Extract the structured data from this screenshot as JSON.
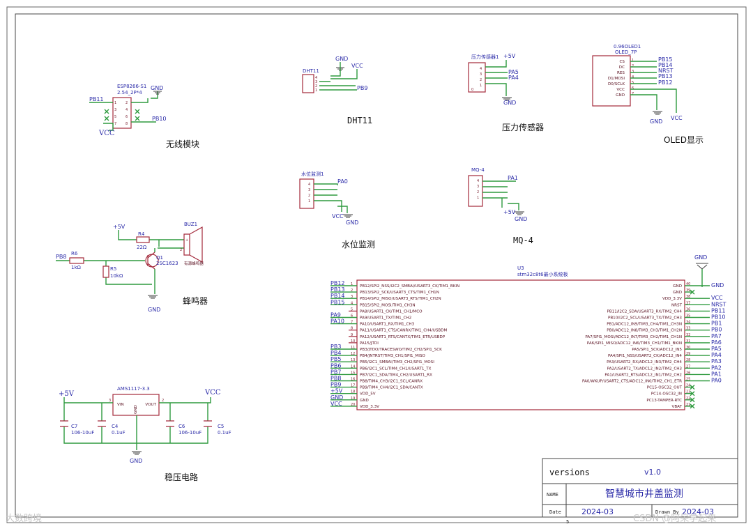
{
  "modules": {
    "wifi": {
      "ref": "ESP8266-S1",
      "footprint": "2.54_2P*4",
      "gnd": "GND",
      "vcc": "VCC",
      "net_left": "PB11",
      "net_right": "PB10",
      "pins": [
        "1",
        "2",
        "3",
        "4",
        "5",
        "6",
        "7",
        "8"
      ],
      "caption": "无线模块"
    },
    "dht": {
      "ref": "DHT11",
      "gnd": "GND",
      "vcc": "VCC",
      "net": "PB9",
      "pins": [
        "4",
        "3",
        "2",
        "1"
      ],
      "caption": "DHT11"
    },
    "pressure": {
      "ref": "压力传感器1",
      "vcc": "+5V",
      "gnd": "GND",
      "net_a": "PA5",
      "net_b": "PA4",
      "pins": [
        "4",
        "3",
        "2",
        "1",
        "0"
      ],
      "caption": "压力传感器"
    },
    "oled": {
      "ref": "0.96OLED1",
      "footprint": "OLED_7P",
      "pins": [
        "CS",
        "DC",
        "RES",
        "D1/MOSI",
        "D0/SCLK",
        "VCC",
        "GND"
      ],
      "pin_nums": [
        "1",
        "2",
        "3",
        "4",
        "5",
        "6",
        "7"
      ],
      "nets": [
        "PB15",
        "PB14",
        "NRST",
        "PB13",
        "PB12"
      ],
      "gnd": "GND",
      "vcc": "VCC",
      "caption": "OLED显示"
    },
    "water": {
      "ref": "水位监测1",
      "net": "PA0",
      "vcc": "VCC",
      "gnd": "GND",
      "pins": [
        "4",
        "3",
        "2",
        "1"
      ],
      "caption": "水位监测"
    },
    "mq4": {
      "ref": "MQ-4",
      "net": "PA1",
      "vcc": "+5V",
      "gnd": "GND",
      "pins": [
        "4",
        "3",
        "2",
        "1"
      ],
      "caption": "MQ-4"
    },
    "buzzer": {
      "ref": "BUZ1",
      "buz_label": "有源蜂鸣器",
      "vcc": "+5V",
      "r4": "R4",
      "r4_val": "22Ω",
      "r6": "R6",
      "r6_val": "1kΩ",
      "r5": "R5",
      "r5_val": "10kΩ",
      "q1": "Q1",
      "q1_val": "2SC1623",
      "net": "PB8",
      "gnd": "GND",
      "pin_plus": "+",
      "pin_2": "2",
      "caption": "蜂鸣器"
    },
    "reg": {
      "ref": "AMS1117-3.3",
      "vin": "VIN",
      "vout": "VOUT",
      "gnd_pin": "GND",
      "pin_in": "3",
      "pin_out": "2",
      "pin_gnd": "1",
      "in_net": "+5V",
      "out_net": "VCC",
      "gnd": "GND",
      "caps": [
        {
          "ref": "C7",
          "val": "106-10uF"
        },
        {
          "ref": "C4",
          "val": "0.1uF"
        },
        {
          "ref": "C6",
          "val": "106-10uF"
        },
        {
          "ref": "C5",
          "val": "0.1uF"
        }
      ],
      "caption": "稳压电路"
    }
  },
  "mcu": {
    "ref": "U3",
    "name": "stm32c8t6最小系统板",
    "left_pins": [
      {
        "n": "1",
        "t": "PB12/SPI2_NSS/I2C2_SMBAI/USART3_CK/TIM1_BKIN",
        "net": "PB12"
      },
      {
        "n": "2",
        "t": "PB13/SPI2_SCK/USART3_CTS/TIM1_CH1N",
        "net": "PB13"
      },
      {
        "n": "3",
        "t": "PB14/SPI2_MISO/USART3_RTS/TIM1_CH2N",
        "net": "PB14"
      },
      {
        "n": "4",
        "t": "PB15/SPI2_MOSI/TIM1_CH3N",
        "net": "PB15"
      },
      {
        "n": "5",
        "t": "PA8/USART1_CK/TIM1_CH1/MCO",
        "net": ""
      },
      {
        "n": "6",
        "t": "PA9/USART1_TX/TIM1_CH2",
        "net": "PA9"
      },
      {
        "n": "7",
        "t": "PA10/USART1_RX/TIM1_CH3",
        "net": "PA10"
      },
      {
        "n": "8",
        "t": "PA11/USART1_CTS/CANRX/TIM1_CH4/USBDM",
        "net": ""
      },
      {
        "n": "9",
        "t": "PA12/USART1_RTS/CANTX/TIM1_ETR/USBDP",
        "net": ""
      },
      {
        "n": "10",
        "t": "PA15/JTDI",
        "net": ""
      },
      {
        "n": "11",
        "t": "PB3/JTDO/TRACESWO/TIM2_CH2/SPI1_SCK",
        "net": "PB3"
      },
      {
        "n": "12",
        "t": "PB4/JNTRST/TIM3_CH1/SPI1_MISO",
        "net": "PB4"
      },
      {
        "n": "13",
        "t": "PB5/I2C1_SMBAI/TIM3_CH2/SPI1_MOSI",
        "net": "PB5"
      },
      {
        "n": "14",
        "t": "PB6/I2C1_SCL/TIM4_CH1/USART1_TX",
        "net": "PB6"
      },
      {
        "n": "15",
        "t": "PB7/I2C1_SDA/TIM4_CH2/USART1_RX",
        "net": "PB7"
      },
      {
        "n": "16",
        "t": "PB8/TIM4_CH3/I2C1_SCL/CANRX",
        "net": "PB8"
      },
      {
        "n": "17",
        "t": "PB9/TIM4_CH4/I2C1_SDA/CANTX",
        "net": "PB9"
      },
      {
        "n": "18",
        "t": "VDD_5V",
        "net": "+5V"
      },
      {
        "n": "19",
        "t": "GND",
        "net": "GND"
      },
      {
        "n": "20",
        "t": "VDD_3.3V",
        "net": "VCC"
      }
    ],
    "right_pins": [
      {
        "n": "40",
        "t": "GND",
        "net": "GND"
      },
      {
        "n": "39",
        "t": "GND",
        "net": ""
      },
      {
        "n": "38",
        "t": "VDD_3.3V",
        "net": "VCC"
      },
      {
        "n": "37",
        "t": "NRST",
        "net": "NRST"
      },
      {
        "n": "36",
        "t": "PB11/I2C2_SDA/USART3_RX/TIM2_CH4",
        "net": "PB11"
      },
      {
        "n": "35",
        "t": "PB10/I2C2_SCL/USART3_TX/TIM2_CH3",
        "net": "PB10"
      },
      {
        "n": "34",
        "t": "PB1/ADC12_IN9/TIM3_CH4/TIM1_CH3N",
        "net": "PB1"
      },
      {
        "n": "33",
        "t": "PB0/ADC12_IN8/TIM3_CH3/TIM1_CH2N",
        "net": "PB0"
      },
      {
        "n": "32",
        "t": "PA7/SPI1_MOSI/ADC12_IN7/TIM3_CH2/TIM1_CH1N",
        "net": "PA7"
      },
      {
        "n": "31",
        "t": "PA6/SPI1_MISO/ADC12_IN6/TIM3_CH1/TIM1_BKIN",
        "net": "PA6"
      },
      {
        "n": "30",
        "t": "PA5/SPI1_SCK/ADC12_IN5",
        "net": "PA5"
      },
      {
        "n": "29",
        "t": "PA4/SPI1_NSS/USART2_CK/ADC12_IN4",
        "net": "PA4"
      },
      {
        "n": "28",
        "t": "PA3/USART2_RX/ADC12_IN3/TIM2_CH4",
        "net": "PA3"
      },
      {
        "n": "27",
        "t": "PA2/USART2_TX/ADC12_IN2/TIM2_CH3",
        "net": "PA2"
      },
      {
        "n": "26",
        "t": "PA1/USART2_RTS/ADC12_IN1/TIM2_CH2",
        "net": "PA1"
      },
      {
        "n": "25",
        "t": "PA0/WKUP/USART2_CTS/ADC12_IN0/TIM2_CH1_ETR",
        "net": "PA0"
      },
      {
        "n": "24",
        "t": "PC15-OSC32_OUT",
        "net": ""
      },
      {
        "n": "23",
        "t": "PC14-OSC32_IN",
        "net": ""
      },
      {
        "n": "22",
        "t": "PC13-TAMPER-RTC",
        "net": ""
      },
      {
        "n": "21",
        "t": "VBAT",
        "net": ""
      }
    ],
    "top_gnd": "GND"
  },
  "title_block": {
    "versions_label": "versions",
    "version": "v1.0",
    "name_label": "NAME",
    "name": "智慧城市井盖监测",
    "date_label": "Date",
    "date": "2024-03",
    "drawn_label": "Drawn By",
    "drawn": "2024-03",
    "page": "5"
  },
  "watermarks": {
    "left": "大数跨境",
    "right": "CSDN @阿呆学起来"
  }
}
